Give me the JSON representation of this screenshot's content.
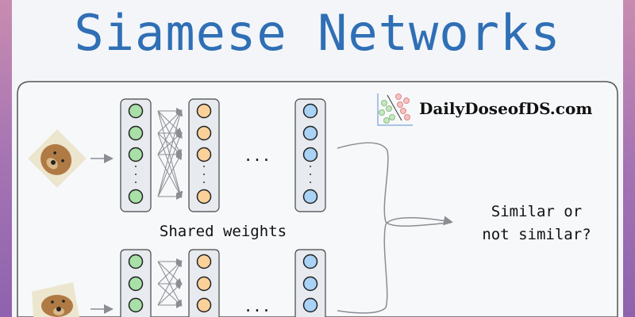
{
  "title": "Siamese Networks",
  "brand": "DailyDoseofDS.com",
  "shared_label": "Shared weights",
  "output_label_line1": "Similar or",
  "output_label_line2": "not similar?",
  "ellipsis": "...",
  "colors": {
    "title": "#2f6fb5",
    "input_layer": "#a8e0a8",
    "hidden_layer": "#fbd19a",
    "output_layer": "#a9d2f5",
    "arrow": "#8a8d92"
  }
}
